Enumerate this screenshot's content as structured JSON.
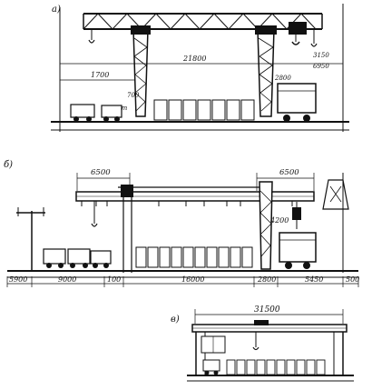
{
  "drawing": {
    "panels": {
      "a": {
        "label": "a)",
        "dims": {
          "span_top": "21800",
          "left_offset": "1700",
          "h1": "3150",
          "h2": "6950",
          "h3": "2800",
          "h4": "700"
        },
        "note": "Кп.3т"
      },
      "b": {
        "label": "б)",
        "dims": {
          "cantilever_left": "6500",
          "cantilever_right": "6500",
          "hook_h": "4200",
          "bottom": [
            "5900",
            "9000",
            "100",
            "16000",
            "2800",
            "5450",
            "500"
          ]
        }
      },
      "c": {
        "label": "в)",
        "dims": {
          "span": "31500"
        }
      }
    }
  }
}
